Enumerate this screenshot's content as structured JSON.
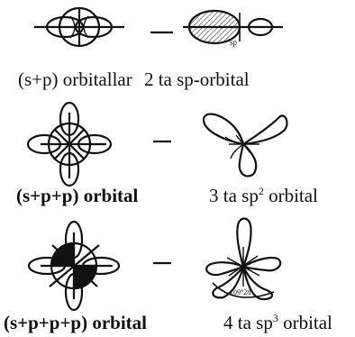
{
  "rows": [
    {
      "left_caption": "(s+p) orbitallar",
      "right_caption": "2 ta sp-orbital",
      "right_symbol": "sp"
    },
    {
      "left_caption": "(s+p+p) orbital",
      "right_caption_prefix": "3 ta sp",
      "right_caption_sup": "2",
      "right_caption_suffix": "orbital"
    },
    {
      "left_caption": "(s+p+p+p) orbital",
      "right_caption_prefix": "4 ta sp",
      "right_caption_sup": "3",
      "right_caption_suffix": "orbital",
      "right_symbol": "109°28'"
    }
  ],
  "arrow_glyph": "—"
}
